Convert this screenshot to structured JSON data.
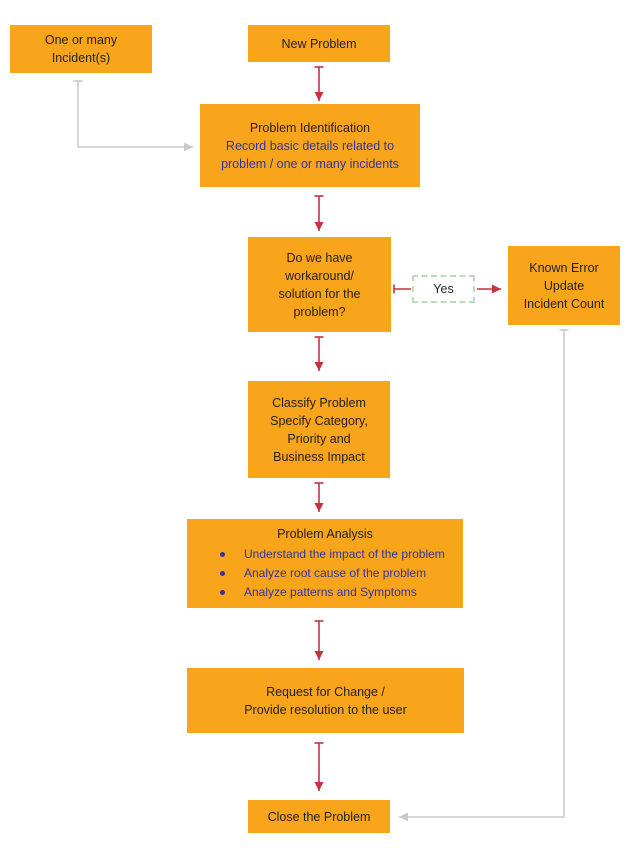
{
  "colors": {
    "box_fill": "#F9A51C",
    "arrow_red": "#C8313F",
    "line_gray": "#C9C9C9",
    "text_black": "#231F20",
    "text_blue": "#333399",
    "yes_border": "#BBDDBB",
    "background": "#FFFFFF"
  },
  "nodes": {
    "incidents": {
      "lines": [
        "One or many",
        "Incident(s)"
      ]
    },
    "new_problem": {
      "label": "New Problem"
    },
    "problem_identification": {
      "title": "Problem Identification",
      "subtitle_lines": [
        "Record basic details related to",
        "problem / one or many incidents"
      ]
    },
    "decision": {
      "lines": [
        "Do we have",
        "workaround/",
        "solution for the",
        "problem?"
      ]
    },
    "yes_label": {
      "label": "Yes"
    },
    "known_error": {
      "lines": [
        "Known Error",
        "Update",
        "Incident Count"
      ]
    },
    "classify": {
      "lines": [
        "Classify Problem",
        "Specify Category,",
        "Priority and",
        "Business Impact"
      ]
    },
    "problem_analysis": {
      "title": "Problem Analysis",
      "bullets": [
        "Understand the impact of the problem",
        "Analyze root cause of the problem",
        "Analyze patterns and Symptoms"
      ]
    },
    "request_change": {
      "lines": [
        "Request for Change /",
        "Provide resolution to the user"
      ]
    },
    "close_problem": {
      "label": "Close the Problem"
    }
  }
}
